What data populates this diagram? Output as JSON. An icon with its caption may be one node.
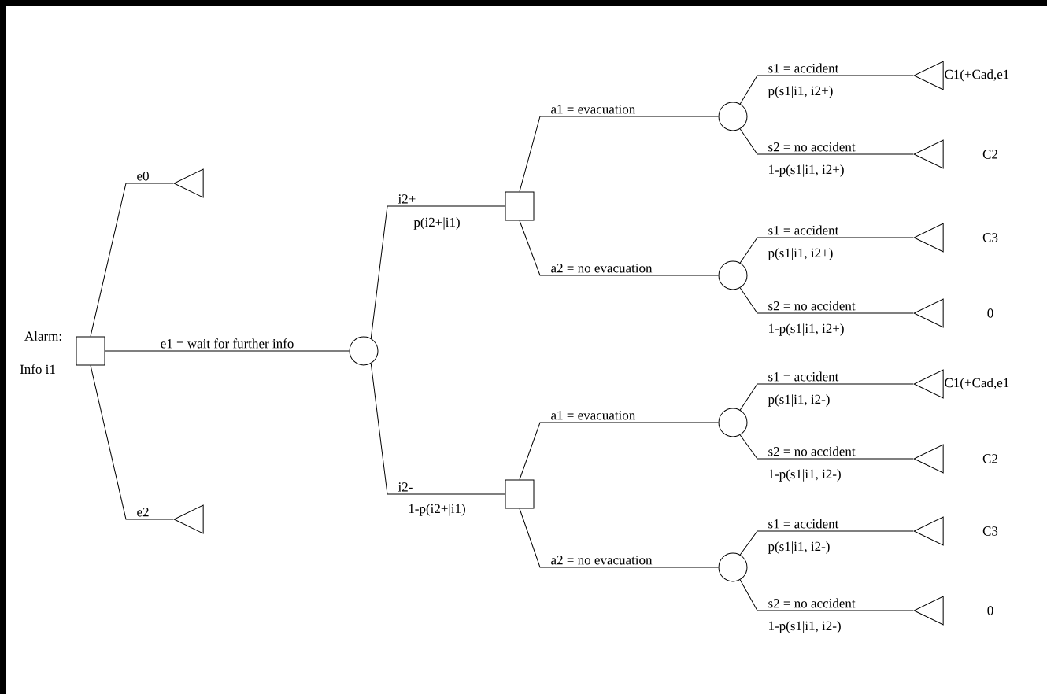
{
  "diagram": {
    "nodes": [
      {
        "text": [],
        "shape": "box",
        "beside": [
          "Alarm:",
          "Info i1"
        ]
      },
      {
        "text": [],
        "shape": "triangle"
      },
      {
        "text": [],
        "shape": "circle"
      },
      {
        "text": [],
        "shape": "triangle"
      },
      {
        "text": [],
        "shape": "box"
      },
      {
        "text": [],
        "shape": "circle"
      },
      {
        "text": [],
        "shape": "triangle",
        "beside": [
          "C1(+Cad,e1"
        ]
      },
      {
        "text": [],
        "shape": "triangle",
        "beside": [
          "C2"
        ]
      },
      {
        "text": [],
        "shape": "circle"
      },
      {
        "text": [],
        "shape": "triangle",
        "beside": [
          "C3"
        ]
      },
      {
        "text": [],
        "shape": "triangle",
        "beside": [
          "0"
        ]
      },
      {
        "text": [],
        "shape": "box"
      },
      {
        "text": [],
        "shape": "circle"
      },
      {
        "text": [],
        "shape": "triangle",
        "beside": [
          "C1(+Cad,e1"
        ]
      },
      {
        "text": [],
        "shape": "triangle",
        "beside": [
          "C2"
        ]
      },
      {
        "text": [],
        "shape": "circle"
      },
      {
        "text": [],
        "shape": "triangle",
        "beside": [
          "C3"
        ]
      },
      {
        "text": [],
        "shape": "triangle",
        "beside": [
          "0"
        ]
      }
    ],
    "edges": [
      {
        "from": 0,
        "to": 1,
        "arrow": "none",
        "label": "e0"
      },
      {
        "from": 0,
        "to": 2,
        "arrow": "none",
        "label": "e1 = wait for further info"
      },
      {
        "from": 0,
        "to": 3,
        "arrow": "none",
        "label": "e2"
      },
      {
        "from": 2,
        "to": 4,
        "arrow": "none",
        "label": "i2+"
      },
      {
        "from": 2,
        "to": 11,
        "arrow": "none",
        "label": "i2-"
      },
      {
        "from": 4,
        "to": 5,
        "arrow": "none",
        "label": "a1 = evacuation"
      },
      {
        "from": 4,
        "to": 8,
        "arrow": "none",
        "label": "a2 = no evacuation"
      },
      {
        "from": 5,
        "to": 6,
        "arrow": "none",
        "label": "s1 = accident"
      },
      {
        "from": 5,
        "to": 7,
        "arrow": "none",
        "label": "s2 = no accident"
      },
      {
        "from": 8,
        "to": 9,
        "arrow": "none",
        "label": "s1 = accident"
      },
      {
        "from": 8,
        "to": 10,
        "arrow": "none",
        "label": "s2 = no accident"
      },
      {
        "from": 11,
        "to": 12,
        "arrow": "none",
        "label": "a1 = evacuation"
      },
      {
        "from": 11,
        "to": 15,
        "arrow": "none",
        "label": "a2 = no evacuation"
      },
      {
        "from": 12,
        "to": 13,
        "arrow": "none",
        "label": "s1 = accident"
      },
      {
        "from": 12,
        "to": 14,
        "arrow": "none",
        "label": "s2 = no accident"
      },
      {
        "from": 15,
        "to": 16,
        "arrow": "none",
        "label": "s1 = accident"
      },
      {
        "from": 15,
        "to": 17,
        "arrow": "none",
        "label": "s2 = no accident"
      }
    ],
    "labels": [
      "p(i2+|i1)",
      "1-p(i2+|i1)",
      "p(s1|i1, i2+)",
      "1-p(s1|i1, i2+)",
      "p(s1|i1, i2+)",
      "1-p(s1|i1, i2+)",
      "p(s1|i1, i2-)",
      "1-p(s1|i1, i2-)",
      "p(s1|i1, i2-)",
      "1-p(s1|i1, i2-)"
    ]
  }
}
